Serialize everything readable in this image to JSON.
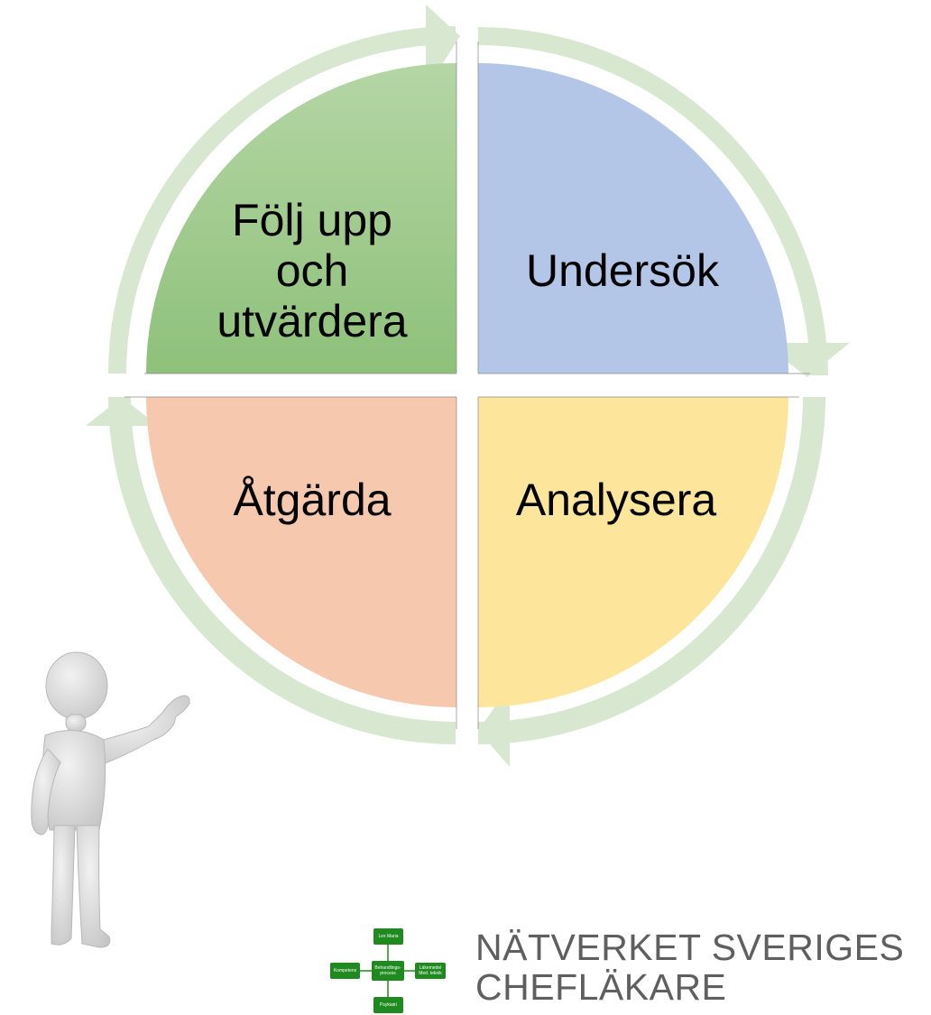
{
  "diagram": {
    "quadrants": [
      {
        "id": "top-left",
        "lines": [
          "Följ upp",
          "och",
          "utvärdera"
        ],
        "color": "#a2cb8e"
      },
      {
        "id": "top-right",
        "lines": [
          "Undersök"
        ],
        "color": "#b4c6e7"
      },
      {
        "id": "bottom-right",
        "lines": [
          "Analysera"
        ],
        "color": "#fde69b"
      },
      {
        "id": "bottom-left",
        "lines": [
          "Åtgärda"
        ],
        "color": "#f6c8ad"
      }
    ],
    "arrow_color": "#d8e8d0"
  },
  "logo": {
    "title_line1": "NÄTVERKET SVERIGES",
    "title_line2": "CHEFLÄKARE",
    "mark_color": "#1f8a1f",
    "mark_boxes": {
      "top": "Lex Maria",
      "left": "Kompetens",
      "center": "Behandlings-\nprocess",
      "right": "Läkemedel\nMed. teknik",
      "bottom": "Psykiatri"
    }
  }
}
